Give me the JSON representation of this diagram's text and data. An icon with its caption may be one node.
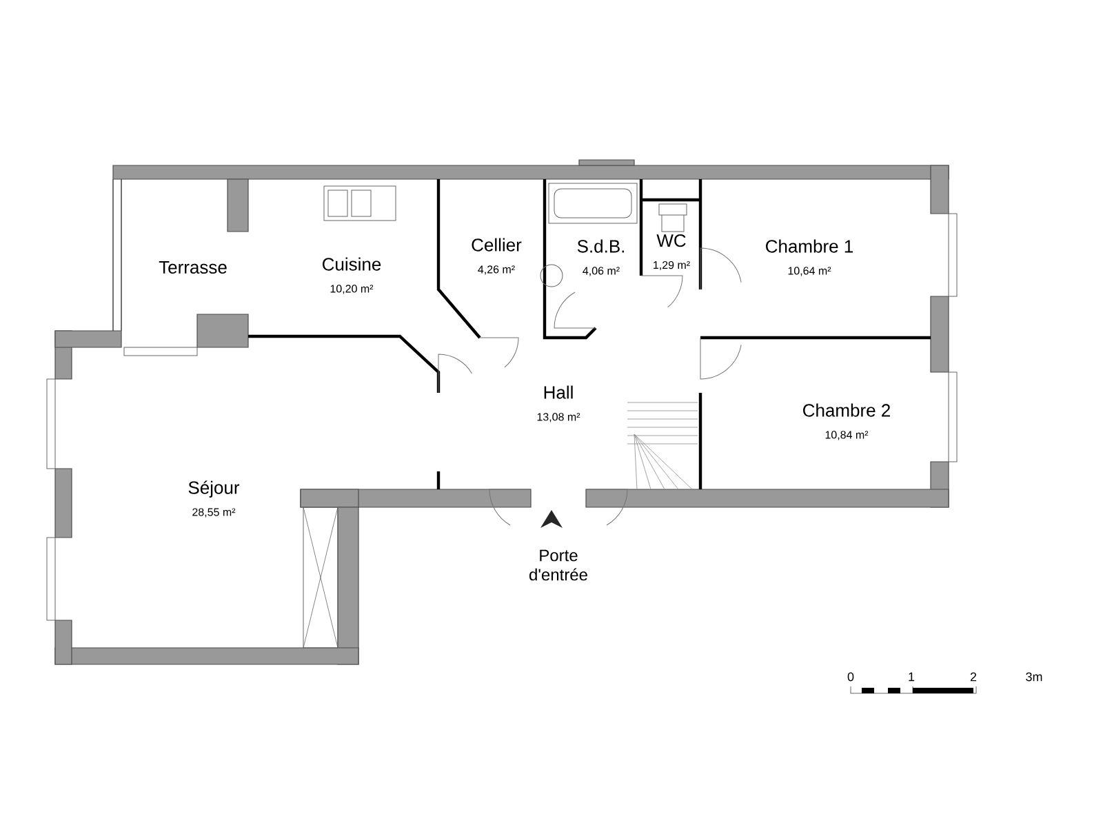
{
  "diagram": {
    "nodes": [
      {
        "text": [
          "Terrasse"
        ]
      },
      {
        "text": [
          "Cuisine",
          "10,20 m²"
        ]
      },
      {
        "text": [
          "Cellier",
          "4,26 m²"
        ]
      },
      {
        "text": [
          "S.d.B.",
          "4,06 m²"
        ]
      },
      {
        "text": [
          "WC",
          "1,29 m²"
        ]
      },
      {
        "text": [
          "Chambre 1",
          "10,64 m²"
        ]
      },
      {
        "text": [
          "Hall",
          "13,08 m²"
        ]
      },
      {
        "text": [
          "Chambre 2",
          "10,84 m²"
        ]
      },
      {
        "text": [
          "Séjour",
          "28,55 m²"
        ]
      }
    ],
    "labels": [
      "Porte d'entrée",
      "0",
      "1",
      "2",
      "3m"
    ]
  }
}
